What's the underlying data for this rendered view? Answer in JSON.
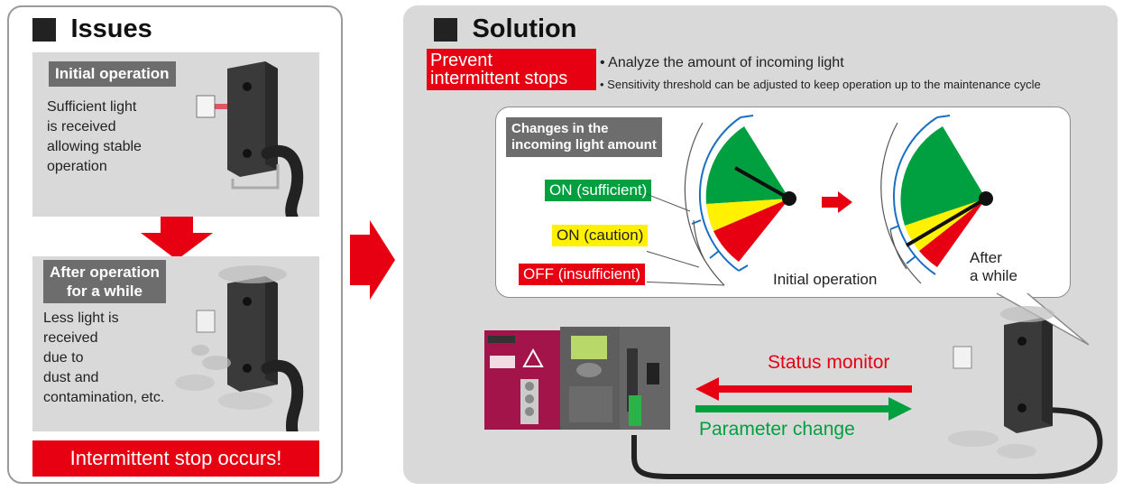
{
  "issues": {
    "title": "Issues",
    "initial": {
      "label": "Initial operation",
      "text": [
        "Sufficient light",
        "is received",
        "allowing stable",
        "operation"
      ]
    },
    "after": {
      "label_lines": [
        "After operation",
        "for a while"
      ],
      "text": [
        "Less light is",
        "received",
        "due to",
        "dust and",
        "contamination, etc."
      ]
    },
    "banner": "Intermittent stop occurs!"
  },
  "solution": {
    "title": "Solution",
    "prevent_lines": [
      "Prevent",
      "intermittent stops"
    ],
    "bullets": [
      "• Analyze the amount of incoming light",
      "• Sensitivity threshold can be adjusted to keep operation up to the maintenance cycle"
    ],
    "changes_label_lines": [
      "Changes in the",
      "incoming light amount"
    ],
    "states": {
      "on_sufficient": "ON (sufficient)",
      "on_caution": "ON (caution)",
      "off_insufficient": "OFF (insufficient)"
    },
    "gauge1_caption": "Initial operation",
    "gauge2_caption_lines": [
      "After",
      "a while"
    ],
    "status_monitor": "Status monitor",
    "parameter_change": "Parameter change"
  },
  "colors": {
    "red": "#e60012",
    "green": "#00a040",
    "yellow": "#fff100",
    "gauge_blue": "#1a6fc2",
    "panel_grey": "#d9d9d9",
    "label_grey": "#6d6d6d"
  }
}
